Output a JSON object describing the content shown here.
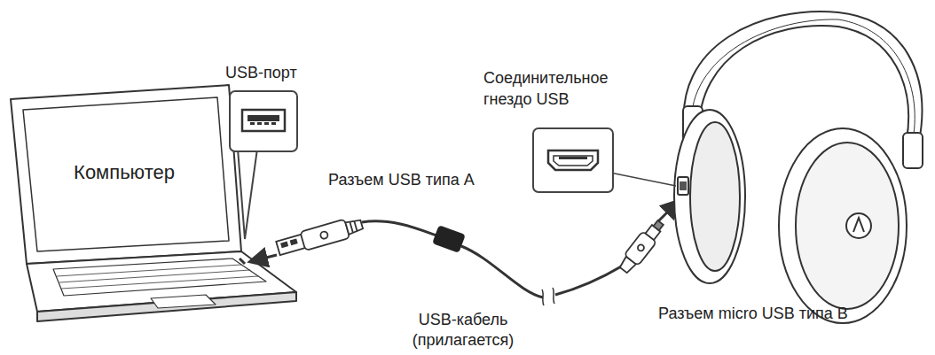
{
  "diagram": {
    "nodes": [
      {
        "text": [
          "Компьютер"
        ]
      },
      {
        "text": [
          "USB-порт"
        ]
      },
      {
        "text": [
          "Соединительное гнездо USB"
        ]
      }
    ],
    "labels": [
      "Разъем USB типа A",
      "USB-кабель (прилагается)",
      "Разъем micro USB типа B"
    ]
  }
}
